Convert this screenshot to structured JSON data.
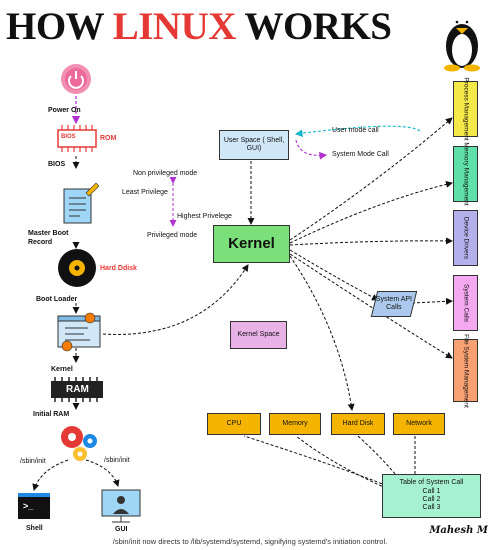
{
  "title": {
    "part1": "HOW ",
    "highlight": "LINUX",
    "part2": " WORKS"
  },
  "boot": {
    "power_on": "Power On",
    "bios_chip": "BIOS",
    "rom": "ROM",
    "bios": "BIOS",
    "mbr": "Master Boot Record",
    "hard_disk": "Hard Ddisk",
    "boot_loader": "Boot Loader",
    "kernel": "Kernel",
    "ram_chip": "RAM",
    "initial_ram": "Initial RAM",
    "sbin_left": "/sbin/init",
    "sbin_right": "/sbin/init",
    "shell": "Shell",
    "gui": "GUI",
    "shell_prompt": ">_"
  },
  "privilege": {
    "non_privileged": "Non privileged mode",
    "least": "Least Privilege",
    "highest": "Highest Privelege",
    "privileged": "Privileged mode"
  },
  "center": {
    "user_space": "User Space ( Shell, GUI)",
    "user_mode_call": "User mode call",
    "system_mode_call": "System Mode Call",
    "kernel": "Kernel",
    "kernel_space": "Kernel Space",
    "system_api_calls": "System API Calls"
  },
  "right": {
    "process": "Process Management",
    "memory": "Memory Management",
    "device": "Device Drivers",
    "system_calls": "System Calls",
    "file_system": "File System Management"
  },
  "resources": {
    "cpu": "CPU",
    "memory": "Memory",
    "hard_disk": "Hard Disk",
    "network": "Network"
  },
  "table": {
    "title": "Table of System Call",
    "call1": "Call 1",
    "call2": "Call 2",
    "call3": "Call 3"
  },
  "author": "Mahesh M",
  "footer": "/sbin/init now directs to /lib/systemd/systemd, signifying systemd's initiation control.",
  "colors": {
    "accent_red": "#e53935",
    "process": "#f5e94a",
    "memory": "#5ee0a8",
    "device": "#b4b0ec",
    "system_calls": "#f3a8f0",
    "file_system": "#f7a072",
    "user_space": "#cfe7f7",
    "kernel": "#7be07a",
    "kernel_space": "#e8b2e6",
    "resource": "#f5b400",
    "table": "#a6f2d0",
    "api": "#aac9ec",
    "purple": "#b030d0",
    "cyan": "#12b7c9"
  }
}
